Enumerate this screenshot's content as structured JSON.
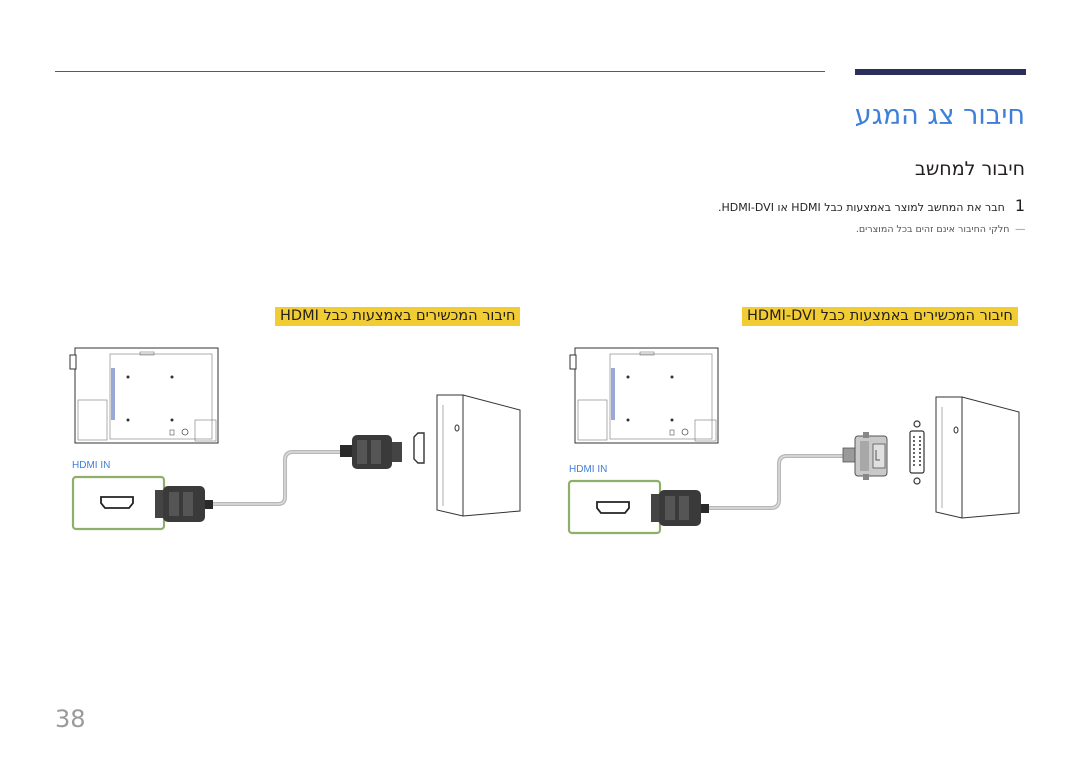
{
  "header": {
    "title": "חיבור צג המגע"
  },
  "section": {
    "title": "חיבור למחשב"
  },
  "step": {
    "number": "1",
    "text": "חבר את המחשב למוצר באמצעות כבל HDMI או HDMI-DVI."
  },
  "note": {
    "dash": "―",
    "text": "חלקי החיבור אינם זהים בכל המוצרים."
  },
  "diagrams": {
    "left": {
      "caption": "חיבור המכשירים באמצעות כבל HDMI",
      "port_label": "HDMI IN"
    },
    "right": {
      "caption": "חיבור המכשירים באמצעות כבל HDMI-DVI",
      "port_label": "HDMI IN"
    }
  },
  "footer": {
    "page_number": "38"
  },
  "colors": {
    "title_blue": "#3d7fd9",
    "caption_yellow": "#f1cd33",
    "header_bar": "#2b2f5a",
    "port_highlight": "#8fae6a"
  }
}
